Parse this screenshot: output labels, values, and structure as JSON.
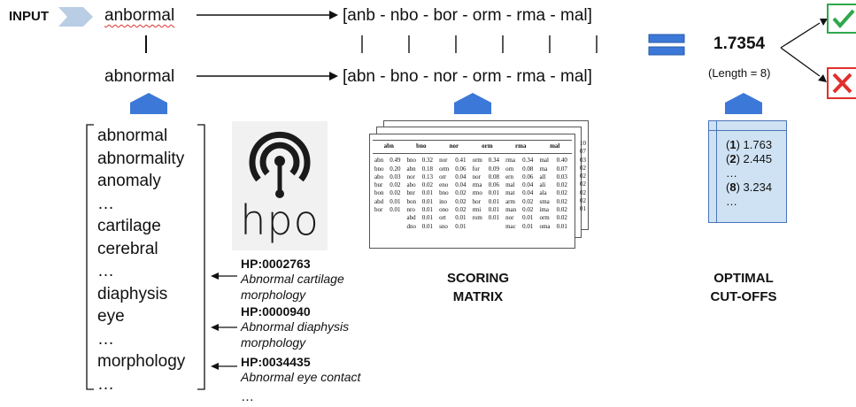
{
  "input_label": "INPUT",
  "input_word": "anbormal",
  "input_ngrams": "[anb - nbo - bor - orm - rma - mal]",
  "target_word": "abnormal",
  "target_ngrams": "[abn - bno - nor - orm - rma - mal]",
  "score": "1.7354",
  "length_note": "(Length = 8)",
  "dictionary": [
    "abnormal",
    "abnormality",
    "anomaly",
    "…",
    "cartilage",
    "cerebral",
    "…",
    "diaphysis",
    "eye",
    "…",
    "morphology",
    "…"
  ],
  "hpo_logo_text": "hpo",
  "hpo_terms": [
    {
      "id": "HP:0002763",
      "desc": [
        "Abnormal cartilage",
        "morphology"
      ]
    },
    {
      "id": "HP:0000940",
      "desc": [
        "Abnormal diaphysis",
        "morphology"
      ]
    },
    {
      "id": "HP:0034435",
      "desc": [
        "Abnormal eye contact"
      ]
    }
  ],
  "hpo_more": "…",
  "scoring_caption": [
    "SCORING",
    "MATRIX"
  ],
  "matrix": {
    "headers": [
      "abn",
      "bno",
      "nor",
      "orm",
      "rma",
      "mal"
    ],
    "rows": [
      [
        "abn",
        "0.49",
        "bno",
        "0.32",
        "nor",
        "0.41",
        "orm",
        "0.34",
        "rma",
        "0.34",
        "mal",
        "0.40"
      ],
      [
        "bno",
        "0.20",
        "abn",
        "0.18",
        "orm",
        "0.06",
        "for",
        "0.09",
        "orn",
        "0.08",
        "rna",
        "0.07"
      ],
      [
        "abo",
        "0.03",
        "nor",
        "0.13",
        "orr",
        "0.04",
        "nor",
        "0.08",
        "ern",
        "0.06",
        "all",
        "0.03"
      ],
      [
        "bur",
        "0.02",
        "abo",
        "0.02",
        "eno",
        "0.04",
        "rma",
        "0.06",
        "mal",
        "0.04",
        "ali",
        "0.02"
      ],
      [
        "bon",
        "0.02",
        "bnr",
        "0.01",
        "bno",
        "0.02",
        "rmo",
        "0.01",
        "mat",
        "0.04",
        "ala",
        "0.02"
      ],
      [
        "abd",
        "0.01",
        "bon",
        "0.01",
        "ino",
        "0.02",
        "hor",
        "0.01",
        "arm",
        "0.02",
        "sma",
        "0.02"
      ],
      [
        "bor",
        "0.01",
        "nro",
        "0.01",
        "ono",
        "0.02",
        "rmi",
        "0.01",
        "man",
        "0.02",
        "ima",
        "0.02"
      ],
      [
        "",
        "",
        "abd",
        "0.01",
        "ort",
        "0.01",
        "rom",
        "0.01",
        "nor",
        "0.01",
        "orm",
        "0.02"
      ],
      [
        "",
        "",
        "dno",
        "0.01",
        "sno",
        "0.01",
        "",
        "",
        "mac",
        "0.01",
        "oma",
        "0.01"
      ]
    ],
    "side_digits": [
      "10",
      "07",
      "03",
      "02",
      "02",
      "02",
      "02",
      "02",
      "01"
    ]
  },
  "cutoff_caption": [
    "OPTIMAL",
    "CUT-OFFS"
  ],
  "cutoffs": [
    {
      "n": "1",
      "v": "1.763"
    },
    {
      "n": "2",
      "v": "2.445"
    },
    {
      "ellipsis": "…"
    },
    {
      "n": "8",
      "v": "3.234"
    },
    {
      "ellipsis": "…"
    }
  ],
  "colors": {
    "blue": "#3c78d8",
    "check": "#2ea84b",
    "cross": "#e0302b",
    "chevron": "#b9cde4"
  }
}
